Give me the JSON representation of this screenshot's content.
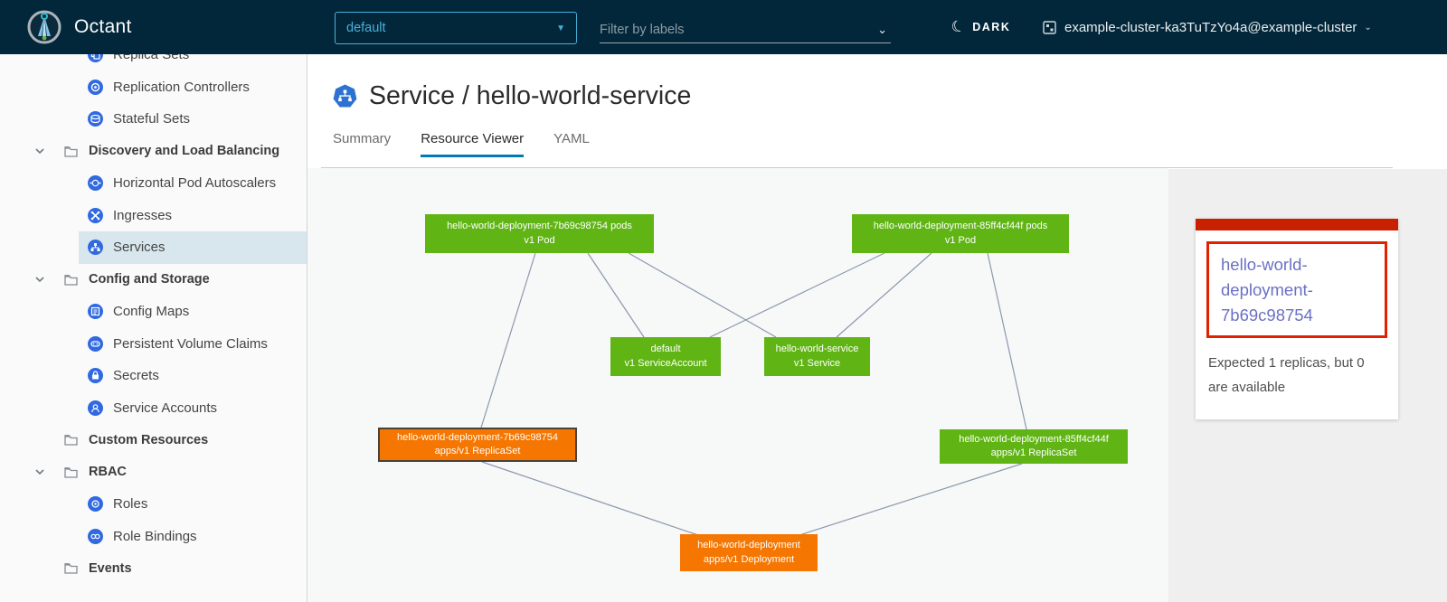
{
  "header": {
    "app_title": "Octant",
    "namespace_selector": {
      "value": "default"
    },
    "filter_input": {
      "placeholder": "Filter by labels"
    },
    "theme_toggle": {
      "label": "DARK"
    },
    "context_selector": {
      "label": "example-cluster-ka3TuTzYo4a@example-cluster"
    }
  },
  "sidebar": {
    "items": [
      {
        "label": "Replica Sets",
        "type": "child",
        "selected": false
      },
      {
        "label": "Replication Controllers",
        "type": "child",
        "selected": false
      },
      {
        "label": "Stateful Sets",
        "type": "child",
        "selected": false
      },
      {
        "label": "Discovery and Load Balancing",
        "type": "group",
        "expanded": true
      },
      {
        "label": "Horizontal Pod Autoscalers",
        "type": "child",
        "selected": false
      },
      {
        "label": "Ingresses",
        "type": "child",
        "selected": false
      },
      {
        "label": "Services",
        "type": "child",
        "selected": true
      },
      {
        "label": "Config and Storage",
        "type": "group",
        "expanded": true
      },
      {
        "label": "Config Maps",
        "type": "child",
        "selected": false
      },
      {
        "label": "Persistent Volume Claims",
        "type": "child",
        "selected": false
      },
      {
        "label": "Secrets",
        "type": "child",
        "selected": false
      },
      {
        "label": "Service Accounts",
        "type": "child",
        "selected": false
      },
      {
        "label": "Custom Resources",
        "type": "group",
        "expanded": false
      },
      {
        "label": "RBAC",
        "type": "group",
        "expanded": true
      },
      {
        "label": "Roles",
        "type": "child",
        "selected": false
      },
      {
        "label": "Role Bindings",
        "type": "child",
        "selected": false
      },
      {
        "label": "Events",
        "type": "group",
        "expanded": false
      }
    ]
  },
  "main": {
    "title": "Service / hello-world-service",
    "tabs": [
      {
        "label": "Summary",
        "active": false
      },
      {
        "label": "Resource Viewer",
        "active": true
      },
      {
        "label": "YAML",
        "active": false
      }
    ]
  },
  "graph": {
    "nodes": [
      {
        "line1": "hello-world-deployment-7b69c98754 pods",
        "line2": "v1 Pod",
        "color": "#60b515"
      },
      {
        "line1": "hello-world-deployment-85ff4cf44f pods",
        "line2": "v1 Pod",
        "color": "#60b515"
      },
      {
        "line1": "default",
        "line2": "v1 ServiceAccount",
        "color": "#60b515"
      },
      {
        "line1": "hello-world-service",
        "line2": "v1 Service",
        "color": "#60b515"
      },
      {
        "line1": "hello-world-deployment-7b69c98754",
        "line2": "apps/v1 ReplicaSet",
        "color": "#f57600",
        "selected": true
      },
      {
        "line1": "hello-world-deployment-85ff4cf44f",
        "line2": "apps/v1 ReplicaSet",
        "color": "#60b515"
      },
      {
        "line1": "hello-world-deployment",
        "line2": "apps/v1 Deployment",
        "color": "#f57600"
      }
    ]
  },
  "detail_panel": {
    "link_label": "hello-world-deployment-7b69c98754",
    "message": "Expected 1 replicas, but 0 are available"
  },
  "colors": {
    "header_bg": "#03273a",
    "accent_blue": "#49afd9",
    "node_green": "#60b515",
    "node_orange": "#f57600",
    "status_bar_red": "#c92100",
    "alert_border_red": "#e12200",
    "link_purple": "#6b70c5",
    "tab_underline": "#0079b8",
    "edge": "#8a99ad"
  }
}
